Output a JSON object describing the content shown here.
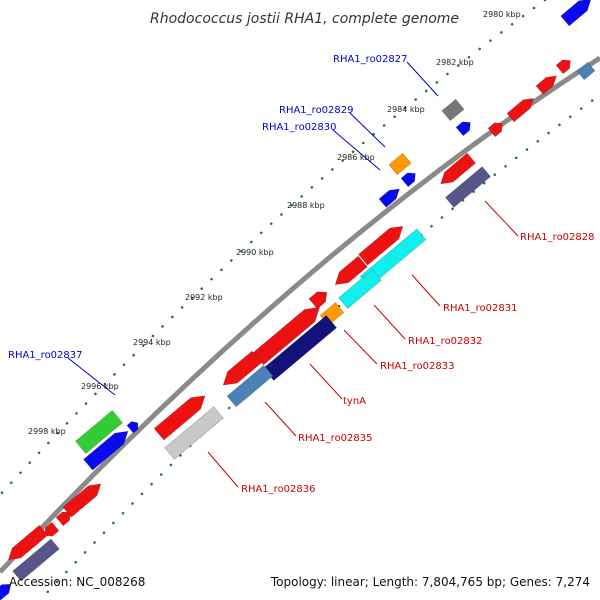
{
  "title": "Rhodococcus jostii RHA1, complete genome",
  "accession": "Accession: NC_008268",
  "topology": "Topology: linear; Length: 7,804,765 bp; Genes: 7,274",
  "colors": {
    "backbone": "#8a8a8a",
    "tick_dots": "#1e7a1e",
    "label_forward": "#0000cc",
    "label_reverse": "#cc0000",
    "red": "#ee1111",
    "blue": "#0a0aee",
    "navy": "#12127a",
    "slate": "#55558a",
    "steel": "#4a82b8",
    "cyan": "#11eeee",
    "orange": "#ff9900",
    "gray": "#777777",
    "light_gray": "#c8c8c8",
    "green": "#33cc33"
  },
  "ticks": [
    {
      "label": "2980 kbp"
    },
    {
      "label": "2982 kbp"
    },
    {
      "label": "2984 kbp"
    },
    {
      "label": "2986 kbp"
    },
    {
      "label": "2988 kbp"
    },
    {
      "label": "2990 kbp"
    },
    {
      "label": "2992 kbp"
    },
    {
      "label": "2994 kbp"
    },
    {
      "label": "2996 kbp"
    },
    {
      "label": "2998 kbp"
    }
  ],
  "gene_labels": [
    {
      "text": "RHA1_ro02827",
      "strand": "forward"
    },
    {
      "text": "RHA1_ro02829",
      "strand": "forward"
    },
    {
      "text": "RHA1_ro02830",
      "strand": "forward"
    },
    {
      "text": "RHA1_ro02837",
      "strand": "forward"
    },
    {
      "text": "RHA1_ro02828",
      "strand": "reverse"
    },
    {
      "text": "RHA1_ro02831",
      "strand": "reverse"
    },
    {
      "text": "RHA1_ro02832",
      "strand": "reverse"
    },
    {
      "text": "RHA1_ro02833",
      "strand": "reverse"
    },
    {
      "text": "tynA",
      "strand": "reverse"
    },
    {
      "text": "RHA1_ro02835",
      "strand": "reverse"
    },
    {
      "text": "RHA1_ro02836",
      "strand": "reverse"
    }
  ]
}
